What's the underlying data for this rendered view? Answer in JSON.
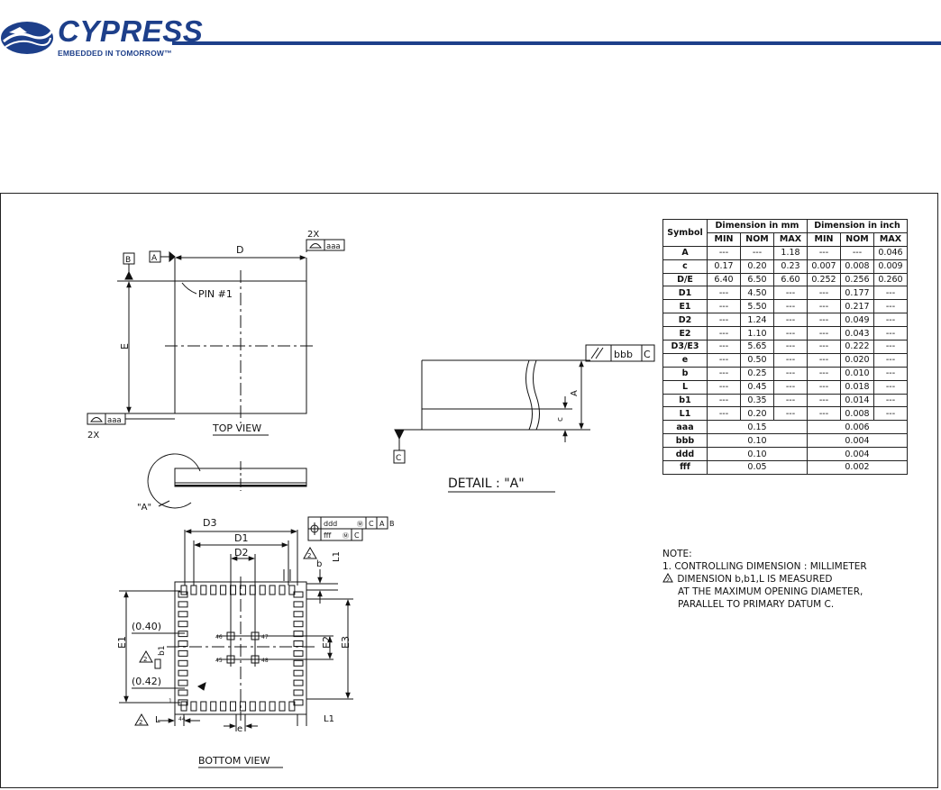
{
  "header": {
    "brand": "CYPRESS",
    "tagline": "EMBEDDED IN TOMORROW",
    "trademark": "™",
    "brand_color": "#1d3f8a"
  },
  "drawing": {
    "top_view": {
      "title": "TOP VIEW",
      "dim_d": "D",
      "dim_e": "E",
      "datum_a": "A",
      "datum_b": "B",
      "pin1": "PIN #1",
      "count_top": "2X",
      "count_bottom": "2X",
      "tol_top": "aaa",
      "tol_bottom": "aaa"
    },
    "side_view": {
      "detail_ref": "\"A\""
    },
    "detail": {
      "title": "DETAIL : \"A\"",
      "fcf_symbol": "//",
      "fcf_tol": "bbb",
      "fcf_datum": "C",
      "dim_a": "A",
      "dim_c": "c",
      "datum_c": "C"
    },
    "bottom_view": {
      "title": "BOTTOM VIEW",
      "d3": "D3",
      "d1": "D1",
      "d2": "D2",
      "e1": "E1",
      "e2": "E2",
      "e3": "E3",
      "b": "b",
      "l1_top": "L1",
      "l1_bottom": "L1",
      "l_left": "L",
      "e_pitch": "e",
      "b1": "b1",
      "ref_040": "(0.40)",
      "ref_042": "(0.42)",
      "note_mark": "2",
      "fcf_row1": [
        "ddd",
        "C",
        "A",
        "B"
      ],
      "fcf_row2": [
        "fff",
        "C"
      ],
      "pin_labels": [
        "46",
        "47",
        "45",
        "48",
        "1",
        "44"
      ]
    }
  },
  "dimension_table": {
    "header_symbol": "Symbol",
    "header_mm": "Dimension in mm",
    "header_inch": "Dimension in inch",
    "sub_headers": [
      "MIN",
      "NOM",
      "MAX",
      "MIN",
      "NOM",
      "MAX"
    ],
    "rows": [
      [
        "A",
        "---",
        "---",
        "1.18",
        "---",
        "---",
        "0.046"
      ],
      [
        "c",
        "0.17",
        "0.20",
        "0.23",
        "0.007",
        "0.008",
        "0.009"
      ],
      [
        "D/E",
        "6.40",
        "6.50",
        "6.60",
        "0.252",
        "0.256",
        "0.260"
      ],
      [
        "D1",
        "---",
        "4.50",
        "---",
        "---",
        "0.177",
        "---"
      ],
      [
        "E1",
        "---",
        "5.50",
        "---",
        "---",
        "0.217",
        "---"
      ],
      [
        "D2",
        "---",
        "1.24",
        "---",
        "---",
        "0.049",
        "---"
      ],
      [
        "E2",
        "---",
        "1.10",
        "---",
        "---",
        "0.043",
        "---"
      ],
      [
        "D3/E3",
        "---",
        "5.65",
        "---",
        "---",
        "0.222",
        "---"
      ],
      [
        "e",
        "---",
        "0.50",
        "---",
        "---",
        "0.020",
        "---"
      ],
      [
        "b",
        "---",
        "0.25",
        "---",
        "---",
        "0.010",
        "---"
      ],
      [
        "L",
        "---",
        "0.45",
        "---",
        "---",
        "0.018",
        "---"
      ],
      [
        "b1",
        "---",
        "0.35",
        "---",
        "---",
        "0.014",
        "---"
      ],
      [
        "L1",
        "---",
        "0.20",
        "---",
        "---",
        "0.008",
        "---"
      ]
    ],
    "tol_rows": [
      [
        "aaa",
        "0.15",
        "0.006"
      ],
      [
        "bbb",
        "0.10",
        "0.004"
      ],
      [
        "ddd",
        "0.10",
        "0.004"
      ],
      [
        "fff",
        "0.05",
        "0.002"
      ]
    ]
  },
  "notes": {
    "title": "NOTE:",
    "line1": "1. CONTROLLING DIMENSION : MILLIMETER",
    "line2_mark": "2",
    "line2": "DIMENSION b,b1,L IS MEASURED",
    "line3": "AT THE MAXIMUM OPENING DIAMETER,",
    "line4": "PARALLEL TO PRIMARY DATUM C."
  }
}
